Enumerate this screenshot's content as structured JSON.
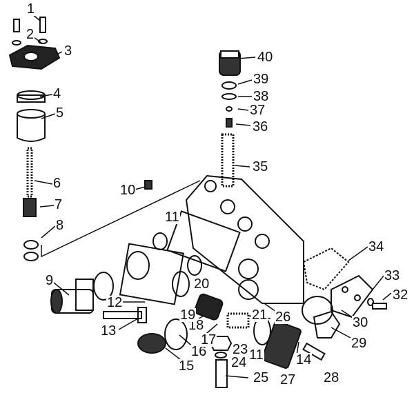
{
  "labels": [
    "1",
    "2",
    "3",
    "4",
    "5",
    "6",
    "7",
    "8",
    "9",
    "10",
    "11",
    "12",
    "13",
    "14",
    "15",
    "16",
    "17",
    "18",
    "19",
    "20",
    "21",
    "23",
    "24",
    "25",
    "26",
    "27",
    "28",
    "29",
    "30",
    "32",
    "33",
    "34",
    "35",
    "36",
    "37",
    "38",
    "39",
    "40",
    "11"
  ],
  "colors": {
    "ink": "#111111",
    "paper": "#ffffff"
  }
}
